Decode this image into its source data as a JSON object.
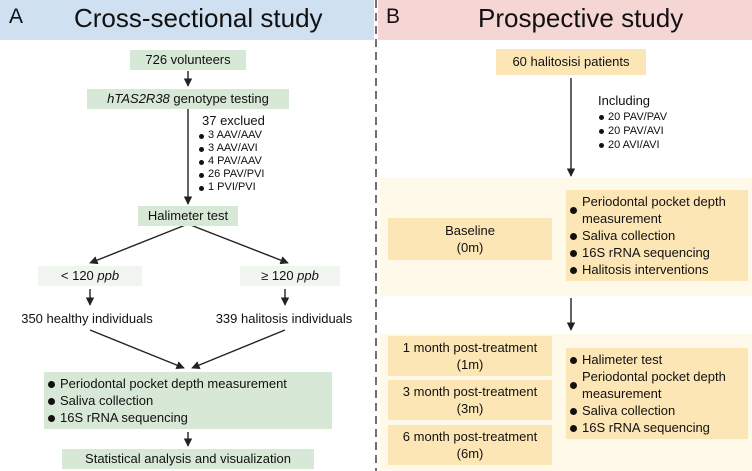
{
  "panel_a": {
    "letter": "A",
    "title": "Cross-sectional study",
    "volunteers": "726 volunteers",
    "genotype_gene": "hTAS2R38",
    "genotype_suffix": " genotype testing",
    "excluded_title": "37 exclued",
    "excluded_items": [
      "3 AAV/AAV",
      "3 AAV/AVI",
      "4 PAV/AAV",
      "26 PAV/PVI",
      "1 PVI/PVI"
    ],
    "halimeter": "Halimeter test",
    "low_threshold_prefix": "< 120 ",
    "high_threshold_prefix": "≥ 120 ",
    "unit": "ppb",
    "healthy": "350 healthy individuals",
    "halitosis": "339 halitosis individuals",
    "measures": [
      "Periodontal pocket depth measurement",
      "Saliva collection",
      "16S rRNA sequencing"
    ],
    "analysis": "Statistical analysis and visualization",
    "colors": {
      "header": "#cfe0f1",
      "box": "#d8e8d6",
      "box_light": "#f0f5ef"
    }
  },
  "panel_b": {
    "letter": "B",
    "title": "Prospective study",
    "patients": "60 halitosisi patients",
    "including_title": "Including",
    "including_items": [
      "20 PAV/PAV",
      "20 PAV/AVI",
      "20 AVI/AVI"
    ],
    "baseline_label": "Baseline",
    "baseline_time": "(0m)",
    "baseline_items": [
      "Periodontal pocket depth measurement",
      "Saliva collection",
      "16S rRNA sequencing",
      "Halitosis interventions"
    ],
    "followups": [
      {
        "label": "1 month post-treatment",
        "time": "(1m)"
      },
      {
        "label": "3 month post-treatment",
        "time": "(3m)"
      },
      {
        "label": "6 month post-treatment",
        "time": "(6m)"
      }
    ],
    "followup_items": [
      "Halimeter test",
      "Periodontal pocket depth measurement",
      "Saliva collection",
      "16S rRNA sequencing"
    ],
    "colors": {
      "header": "#f6d6d4",
      "box": "#fde6b6",
      "region": "#fff9ea"
    }
  }
}
